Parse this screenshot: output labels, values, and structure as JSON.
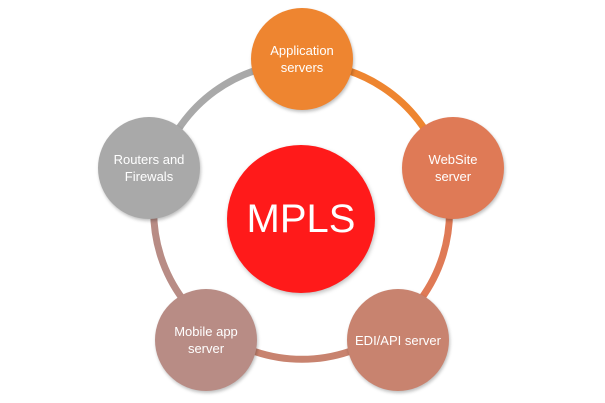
{
  "center": {
    "label": "MPLS",
    "color": "#ff1a1a"
  },
  "nodes": [
    {
      "label": "Application servers",
      "color": "#ee8530"
    },
    {
      "label": "WebSite server",
      "color": "#df7a56"
    },
    {
      "label": "EDI/API server",
      "color": "#c8836f"
    },
    {
      "label": "Mobile app server",
      "color": "#b88c85"
    },
    {
      "label": "Routers and Firewals",
      "color": "#a9a9a9"
    }
  ]
}
